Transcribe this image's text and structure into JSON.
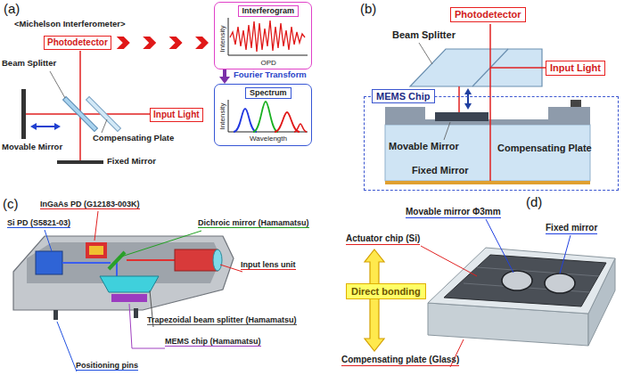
{
  "diagram": {
    "nodes": [
      {
        "text": [
          "Photodetector"
        ]
      },
      {
        "text": [
          "Input Light"
        ]
      },
      {
        "text": [
          "Interferogram",
          "Intensity",
          "OPD"
        ]
      },
      {
        "text": [
          "Spectrum",
          "Intensity",
          "Wavelength"
        ]
      },
      {
        "text": [
          "Photodetector"
        ]
      },
      {
        "text": [
          "Input Light"
        ]
      },
      {
        "text": [
          "MEMS Chip"
        ]
      },
      {
        "text": [
          "Direct bonding"
        ]
      }
    ],
    "edges": [
      {
        "from": 0,
        "to": 2,
        "arrow": "to"
      },
      {
        "from": 2,
        "to": 3,
        "arrow": "to"
      }
    ],
    "labels": [
      "(a)",
      "<Michelson Interferometer>",
      "Beam Splitter",
      "Movable Mirror",
      "Compensating Plate",
      "Fixed Mirror",
      "Fourier Transform",
      "(b)",
      "Beam Splitter",
      "Movable Mirror",
      "Fixed Mirror",
      "Compensating Plate",
      "(c)",
      "InGaAs PD (G12183-003K)",
      "Si PD (S5821-03)",
      "Dichroic mirror (Hamamatsu)",
      "Input lens unit",
      "Trapezoidal beam splitter (Hamamatsu)",
      "MEMS chip (Hamamatsu)",
      "Positioning pins",
      "(d)",
      "Movable mirror Φ3mm",
      "Actuator chip (Si)",
      "Fixed mirror",
      "Compensating plate (Glass)"
    ]
  }
}
